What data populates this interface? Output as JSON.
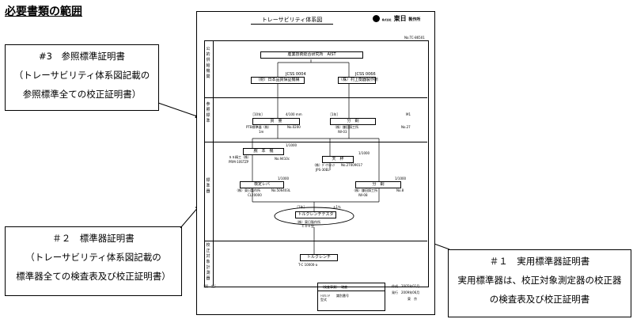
{
  "page": {
    "title": "必要書類の範囲"
  },
  "callouts": {
    "c3": {
      "line1": "#3　参照標準証明書",
      "line2": "（トレーサビリティ体系図記載の",
      "line3": "参照標準全ての校正証明書）"
    },
    "c2": {
      "line1": "＃２　標準器証明書",
      "line2": "（トレーサビリティ体系図記載の",
      "line3": "標準器全ての検査表及び校正証明書）"
    },
    "c1": {
      "line1": "＃１　実用標準器証明書",
      "line2": "実用標準器は、校正対象測定器の校正器",
      "line3": "の検査表及び校正証明書"
    }
  },
  "doc": {
    "header": "トレーサビリティ体系図",
    "logo_small": "株式会社",
    "logo_main": "東日",
    "logo_suffix": "製作所",
    "doc_no": "No.TC-86501",
    "sections": {
      "s1": "公的供給機関",
      "s2": "参照標準",
      "s3": "標準器",
      "s4": "校正対象計測器"
    },
    "nodes": {
      "aist": "産業技術総合研究所　AIST",
      "jqa": "（財）日本品質保証機構",
      "murakami": "（株）村上衡器製作所",
      "mass": "質　量",
      "length": "分　銅",
      "arm": "腕　本　機",
      "weight_ref": "天　秤",
      "torque_ref": "検定レバ",
      "weight2": "分　銅",
      "torque_tester": "トルクレンチテスタ",
      "torque_wrench": "トルクレンチ"
    },
    "notes": {
      "jcss1": "JCSS 0004",
      "jcss2": "JCSS 0066",
      "y10": "［10年］",
      "y1a": "［1年］",
      "val1": "4/100 mm",
      "val2": "M1",
      "n1": "PTB標準器（株）",
      "n1b": "1m",
      "no1": "No.0200",
      "n2": "（株）鎌田鋳工所",
      "n2b": "IW-03",
      "no2": "No.27",
      "ratio1": "1/1000",
      "ratio2": "1/1000",
      "ratio3": "1/1000",
      "ratio4": "1/1000",
      "arm_maker": "ＳＳ精工（株）",
      "arm_model": "PRM-10STZP",
      "arm_no": "No.9410c",
      "bal_maker": "（株）ﾀﾞｲﾜﾝﾃｯｸ",
      "bal_model": "JPS-30EL",
      "bal_no": "No.27009017",
      "lev_maker": "（株）東日製作所",
      "lev_model": "CL20000",
      "lev_no": "No.506403L",
      "w2_maker": "（株）鎌田鋳工所",
      "w2_model": "IW-08",
      "w2_no": "No.8",
      "tt_maker": "（株）東日製作所",
      "tt_model": "ＣＤＥ型",
      "tt_ratio": "±1％",
      "tw_model": "T-C 10000-a",
      "y1": "［1年］"
    },
    "footer": {
      "setting": "［設　定］",
      "box_title": "（検査事業）　確度",
      "box_row": "ﾄﾙｸﾚﾝﾁ　　識別番号",
      "box_row2": "型式",
      "create": "作成　2005年01月",
      "issue": "発行　2009年06月",
      "stamp": "東　京"
    }
  }
}
